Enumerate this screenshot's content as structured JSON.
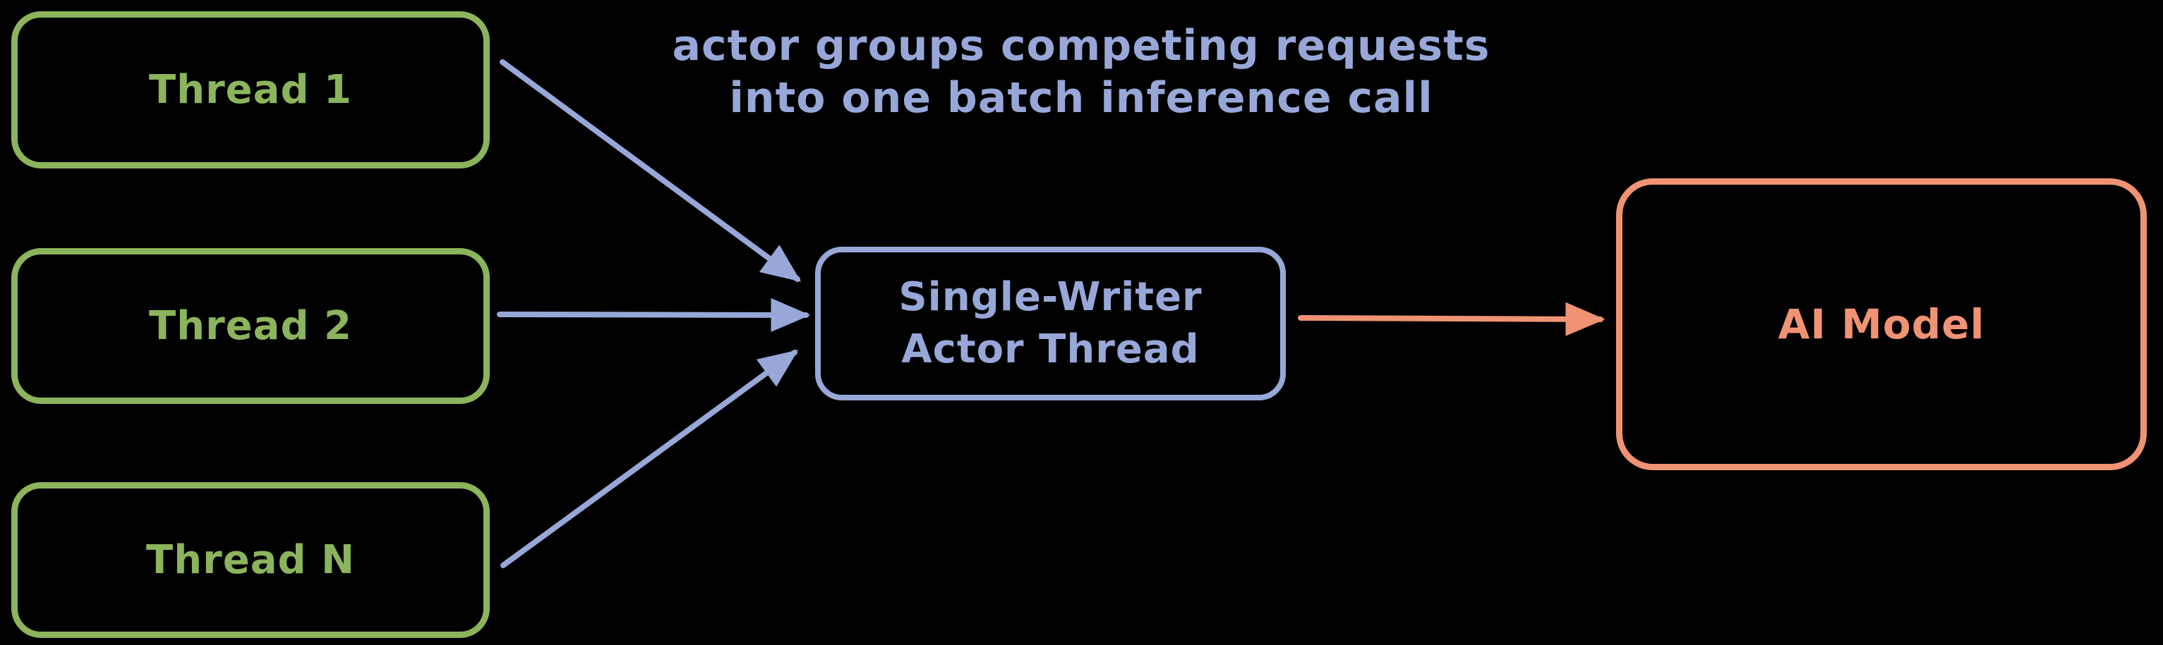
{
  "colors": {
    "accent-green": "#8BB45C",
    "accent-blue": "#97A7D8",
    "accent-orange": "#F09374",
    "background": "#000000"
  },
  "caption": {
    "lines": [
      "actor groups competing requests",
      "into one batch inference call"
    ]
  },
  "nodes": {
    "thread1": {
      "label": "Thread 1"
    },
    "thread2": {
      "label": "Thread 2"
    },
    "threadN": {
      "label": "Thread N"
    },
    "actor": {
      "lines": [
        "Single-Writer",
        "Actor Thread"
      ]
    },
    "ai_model": {
      "label": "AI Model"
    }
  },
  "edges": [
    {
      "from": "Thread 1",
      "to": "Single-Writer Actor Thread",
      "color": "accent-blue"
    },
    {
      "from": "Thread 2",
      "to": "Single-Writer Actor Thread",
      "color": "accent-blue"
    },
    {
      "from": "Thread N",
      "to": "Single-Writer Actor Thread",
      "color": "accent-blue"
    },
    {
      "from": "Single-Writer Actor Thread",
      "to": "AI Model",
      "color": "accent-orange"
    }
  ]
}
